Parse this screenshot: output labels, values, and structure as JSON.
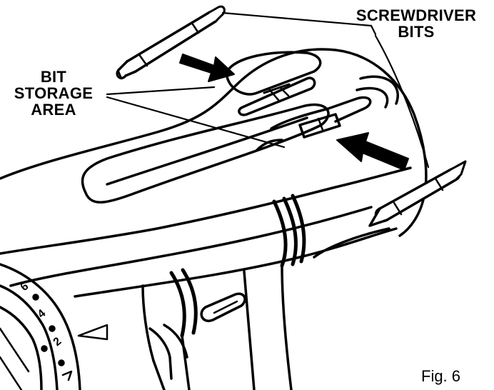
{
  "labels": {
    "screwdriver_bits": [
      "SCREWDRIVER",
      "BITS"
    ],
    "bit_storage_area": [
      "BIT",
      "STORAGE",
      "AREA"
    ]
  },
  "dial_numbers": [
    "6",
    "4",
    "2"
  ],
  "caption": "Fig. 6",
  "colors": {
    "line": "#000000",
    "background": "#ffffff"
  },
  "icons": {
    "arrow_top": "arrow-right-down-icon",
    "arrow_right": "arrow-up-left-icon"
  }
}
